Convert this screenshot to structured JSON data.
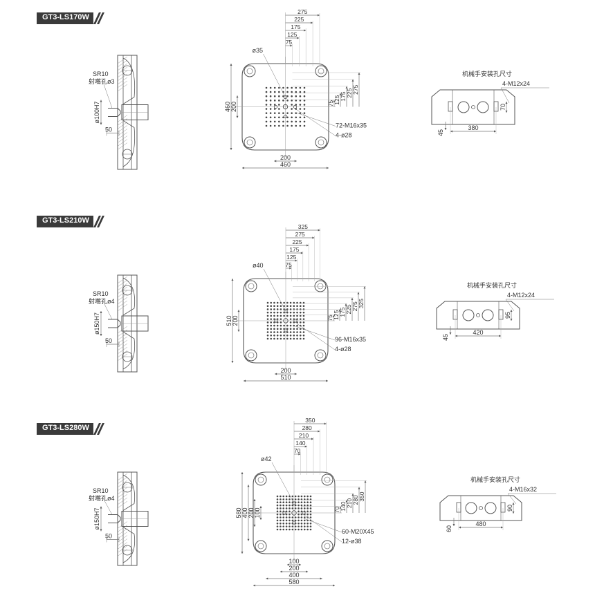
{
  "sections": [
    {
      "model": "GT3-LS170W",
      "sr": "SR10",
      "nozzle_hole": "射嘴孔ø3",
      "bore": "ø100H7",
      "dim_50": "50",
      "platen": {
        "d_hole": "ø35",
        "top": [
          "275",
          "225",
          "175",
          "125",
          "75"
        ],
        "right": [
          "75",
          "125",
          "175",
          "225",
          "275"
        ],
        "left": [
          "460",
          "200"
        ],
        "bottom": [
          "200",
          "460"
        ],
        "tap": "72-M16x35",
        "holes": "4-ø28"
      },
      "robot": {
        "title": "机械手安装孔尺寸",
        "bolts": "4-M12x24",
        "width": "380",
        "height": "70",
        "offset": "45"
      }
    },
    {
      "model": "GT3-LS210W",
      "sr": "SR10",
      "nozzle_hole": "射嘴孔ø4",
      "bore": "ø150H7",
      "dim_50": "50",
      "platen": {
        "d_hole": "ø40",
        "top": [
          "325",
          "275",
          "225",
          "175",
          "125",
          "75"
        ],
        "right": [
          "75",
          "125",
          "175",
          "225",
          "275",
          "325"
        ],
        "left": [
          "510",
          "200"
        ],
        "bottom": [
          "200",
          "510"
        ],
        "tap": "96-M16x35",
        "holes": "4-ø28"
      },
      "robot": {
        "title": "机械手安装孔尺寸",
        "bolts": "4-M12x24",
        "width": "420",
        "height": "95",
        "offset": "45"
      }
    },
    {
      "model": "GT3-LS280W",
      "sr": "SR10",
      "nozzle_hole": "射嘴孔ø4",
      "bore": "ø150H7",
      "dim_50": "50",
      "platen": {
        "d_hole": "ø42",
        "top": [
          "350",
          "280",
          "210",
          "140",
          "70"
        ],
        "right": [
          "70",
          "140",
          "210",
          "280",
          "350"
        ],
        "left": [
          "580",
          "400",
          "200",
          "100"
        ],
        "bottom": [
          "100",
          "200",
          "400",
          "580"
        ],
        "tap": "60-M20X45",
        "holes": "12-ø38"
      },
      "robot": {
        "title": "机械手安装孔尺寸",
        "bolts": "4-M16x32",
        "width": "480",
        "height": "90",
        "offset": "60"
      }
    }
  ]
}
